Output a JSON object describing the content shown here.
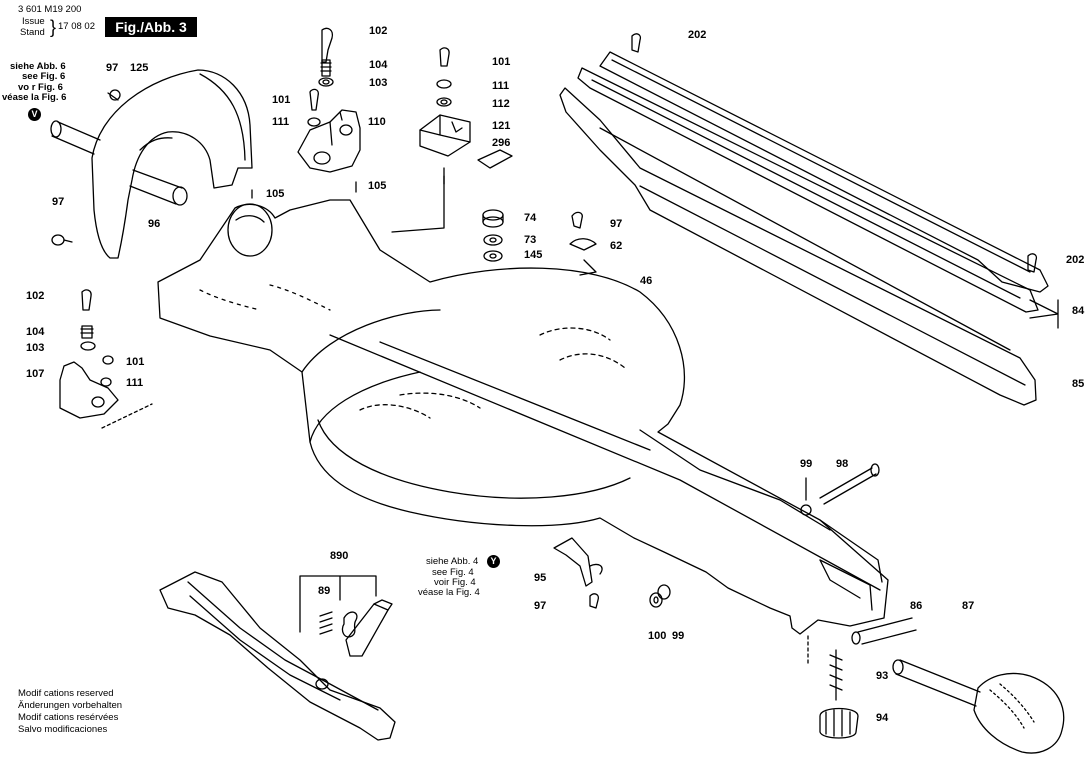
{
  "header": {
    "doc_number": "3 601 M19 200",
    "issue_label": "Issue",
    "stand_label": "Stand",
    "date": "17 08 02",
    "figure": "Fig./Abb. 3"
  },
  "references": {
    "top_left": [
      "siehe Abb. 6",
      "see Fig. 6",
      "vo r Fig. 6",
      "véase la Fig. 6"
    ],
    "top_left_badge": "V",
    "bottom_center": [
      "siehe Abb. 4",
      "see Fig. 4",
      "voir Fig. 4",
      "véase la Fig. 4"
    ],
    "bottom_center_badge": "Y"
  },
  "footer": [
    "Modif cations reserved",
    "Änderungen vorbehalten",
    "Modif cations resérvées",
    "Salvo modificaciones"
  ],
  "labels": {
    "l97a": "97",
    "l125": "125",
    "l97b": "97",
    "l96": "96",
    "l105a": "105",
    "l102a": "102",
    "l104a": "104",
    "l103a": "103",
    "l101a": "101",
    "l111a": "111",
    "l110": "110",
    "l105b": "105",
    "l101b": "101",
    "l111b": "111",
    "l112": "112",
    "l121": "121",
    "l296": "296",
    "l202a": "202",
    "l202b": "202",
    "l84": "84",
    "l85": "85",
    "l74": "74",
    "l73": "73",
    "l145": "145",
    "l97c": "97",
    "l62": "62",
    "l46": "46",
    "l102b": "102",
    "l104b": "104",
    "l103b": "103",
    "l107": "107",
    "l101c": "101",
    "l111c": "111",
    "l99a": "99",
    "l98": "98",
    "l890": "890",
    "l89": "89",
    "l95": "95",
    "l97d": "97",
    "l100": "100",
    "l99b": "99",
    "l86": "86",
    "l87": "87",
    "l93": "93",
    "l94": "94"
  }
}
